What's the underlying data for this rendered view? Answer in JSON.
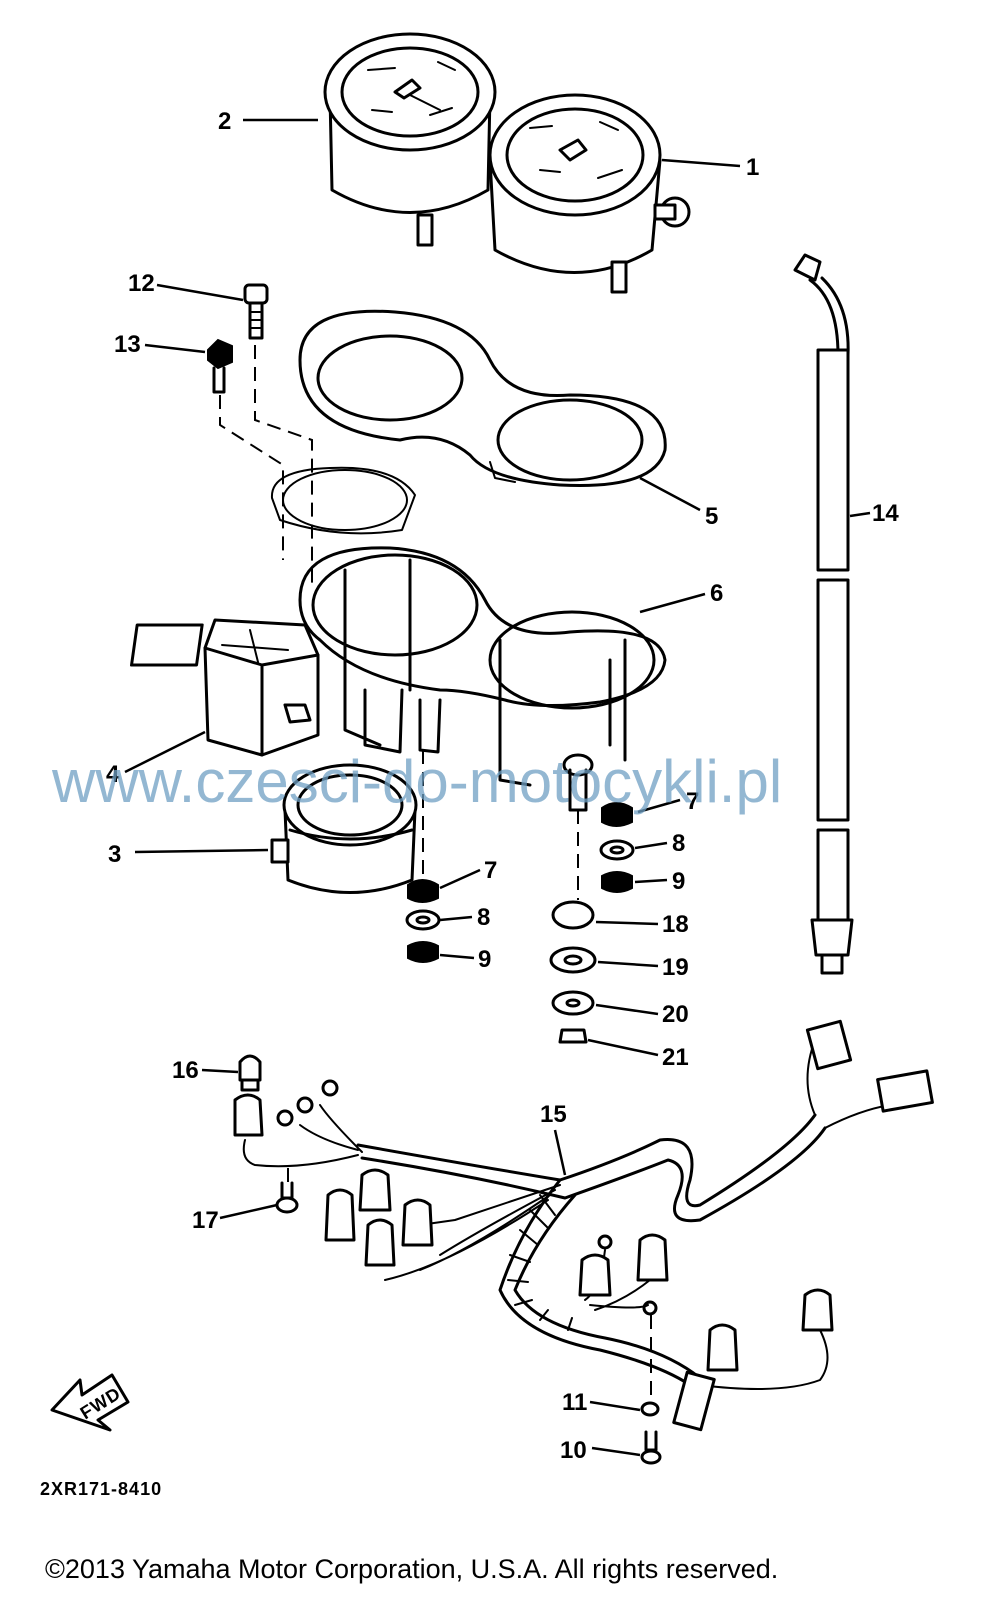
{
  "diagram": {
    "callouts": [
      "1",
      "2",
      "3",
      "4",
      "5",
      "6",
      "7",
      "7",
      "8",
      "8",
      "9",
      "9",
      "10",
      "11",
      "12",
      "13",
      "14",
      "15",
      "16",
      "17",
      "18",
      "19",
      "20",
      "21"
    ],
    "fwd_label": "FWD",
    "catalog_code": "2XR171-8410",
    "watermark": "www.czesci-do-motocykli.pl",
    "copyright": "©2013 Yamaha Motor Corporation, U.S.A. All rights reserved."
  }
}
